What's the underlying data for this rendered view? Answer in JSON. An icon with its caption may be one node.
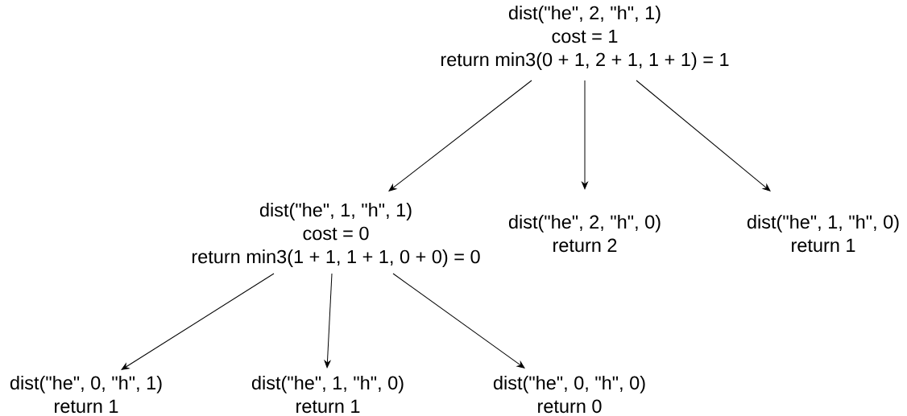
{
  "diagram": {
    "nodes": [
      {
        "text": [
          "dist(\"he\", 2, \"h\", 1)",
          "cost = 1",
          "return min3(0 + 1, 2 + 1, 1 + 1) = 1"
        ]
      },
      {
        "text": [
          "dist(\"he\", 1, \"h\", 1)",
          "cost = 0",
          "return min3(1 + 1, 1 + 1, 0 + 0) = 0"
        ]
      },
      {
        "text": [
          "dist(\"he\", 2, \"h\", 0)",
          "return 2"
        ]
      },
      {
        "text": [
          "dist(\"he\", 1, \"h\", 0)",
          "return 1"
        ]
      },
      {
        "text": [
          "dist(\"he\", 0, \"h\", 1)",
          "return 1"
        ]
      },
      {
        "text": [
          "dist(\"he\", 1, \"h\", 0)",
          "return 1"
        ]
      },
      {
        "text": [
          "dist(\"he\", 0, \"h\", 0)",
          "return 0"
        ]
      }
    ],
    "edges": [
      {
        "from": 0,
        "to": 1,
        "arrow": "to"
      },
      {
        "from": 0,
        "to": 2,
        "arrow": "to"
      },
      {
        "from": 0,
        "to": 3,
        "arrow": "to"
      },
      {
        "from": 1,
        "to": 4,
        "arrow": "to"
      },
      {
        "from": 1,
        "to": 5,
        "arrow": "to"
      },
      {
        "from": 1,
        "to": 6,
        "arrow": "to"
      }
    ]
  }
}
